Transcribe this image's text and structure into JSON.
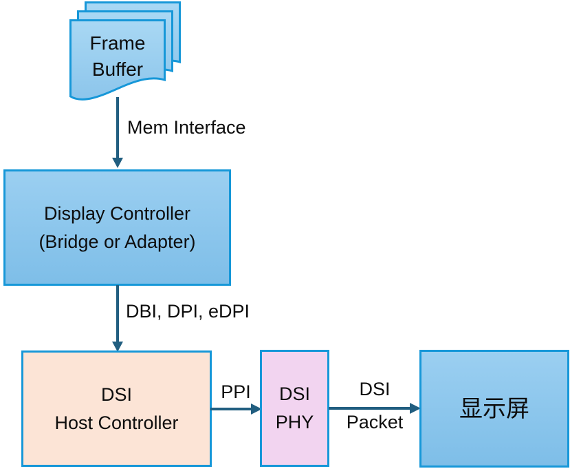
{
  "diagram": {
    "colors": {
      "node_border": "#1697d8",
      "blue_top": "#9bcff1",
      "blue_bottom": "#7ebee8",
      "page_top": "#a9d8f4",
      "page_bottom": "#8cc5eb",
      "peach": "#fce4d6",
      "pink": "#f2d4f0",
      "arrow": "#215e80",
      "ink": "#0d0d0d"
    },
    "nodes": {
      "frame_buffer": {
        "label_line1": "Frame",
        "label_line2": "Buffer"
      },
      "display_controller": {
        "label_line1": "Display Controller",
        "label_line2": "(Bridge or Adapter)"
      },
      "dsi_host": {
        "label_line1": "DSI",
        "label_line2": "Host Controller"
      },
      "dsi_phy": {
        "label_line1": "DSI",
        "label_line2": "PHY"
      },
      "display_panel": {
        "label": "显示屏"
      }
    },
    "edges": {
      "mem_interface": {
        "label": "Mem Interface"
      },
      "dbi_dpi_edpi": {
        "label": "DBI, DPI, eDPI"
      },
      "ppi": {
        "label": "PPI"
      },
      "dsi_packet": {
        "label_line1": "DSI",
        "label_line2": "Packet"
      }
    }
  }
}
